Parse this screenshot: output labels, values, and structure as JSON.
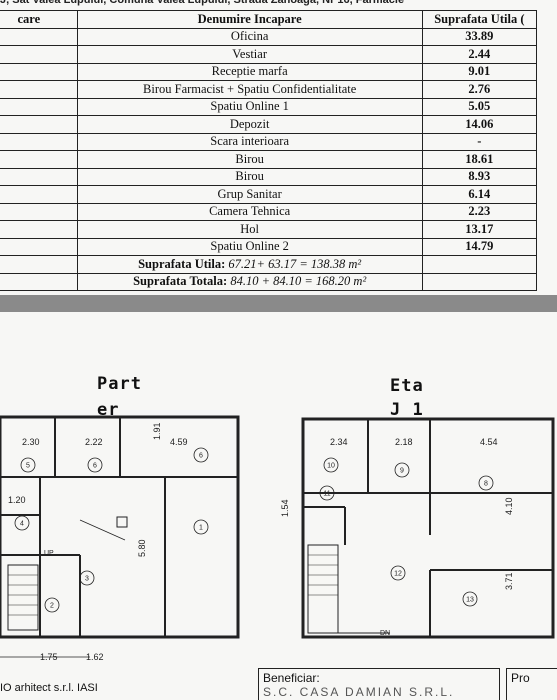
{
  "header_line": "J, Sat Valea Lupului, Comuna Valea Lupului, Strada Zanoaga, Nr 16, Farmacie",
  "table": {
    "col0": "care",
    "col1": "Denumire Incapare",
    "col2": "Suprafata Utila (",
    "rows": [
      {
        "name": "Oficina",
        "area": "33.89"
      },
      {
        "name": "Vestiar",
        "area": "2.44"
      },
      {
        "name": "Receptie marfa",
        "area": "9.01"
      },
      {
        "name": "Birou Farmacist + Spatiu Confidentialitate",
        "area": "2.76"
      },
      {
        "name": "Spatiu Online 1",
        "area": "5.05"
      },
      {
        "name": "Depozit",
        "area": "14.06"
      },
      {
        "name": "Scara interioara",
        "area": "-"
      },
      {
        "name": "Birou",
        "area": "18.61"
      },
      {
        "name": "Birou",
        "area": "8.93"
      },
      {
        "name": "Grup Sanitar",
        "area": "6.14"
      },
      {
        "name": "Camera Tehnica",
        "area": "2.23"
      },
      {
        "name": "Hol",
        "area": "13.17"
      },
      {
        "name": "Spatiu Online 2",
        "area": "14.79"
      }
    ],
    "util_label": "Suprafata Utila:",
    "util_value": "67.21+ 63.17 = 138.38 m²",
    "total_label": "Suprafata Totala:",
    "total_value": "84.10 + 84.10 = 168.20 m²"
  },
  "plans": {
    "ground_title_1": "Part",
    "ground_title_2": "er",
    "upper_title_1": "Eta",
    "upper_title_2": "J 1",
    "ground_dims": [
      "2.30",
      "2.22",
      "1.91",
      "4.59",
      "1.20",
      "5.80",
      "1.75",
      "1.62"
    ],
    "ground_rooms": [
      "5",
      "6",
      "6",
      "4",
      "1",
      "3",
      "2"
    ],
    "ground_label": "UP",
    "upper_dims": [
      "2.34",
      "2.18",
      "4.54",
      "1.54",
      "4.10",
      "3.71"
    ],
    "upper_rooms": [
      "10",
      "9",
      "8",
      "11",
      "12",
      "13"
    ],
    "upper_label": "DN"
  },
  "title_block": {
    "architect": "IO arhitect s.r.l. IASI",
    "beneficiar_label": "Beneficiar:",
    "beneficiar_value": "S.C. CASA DAMIAN S.R.L.",
    "project_label": "Pro"
  }
}
